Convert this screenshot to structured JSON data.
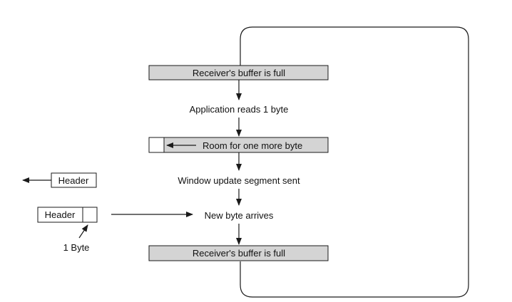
{
  "diagram": {
    "boxes": {
      "buffer_full_top": "Receiver's buffer is full",
      "room_one_byte": "Room for one more byte",
      "buffer_full_bottom": "Receiver's buffer is full"
    },
    "steps": {
      "app_reads": "Application reads 1 byte",
      "window_update": "Window update segment sent",
      "new_byte": "New byte arrives"
    },
    "segments": {
      "outgoing_header": "Header",
      "incoming_header": "Header",
      "one_byte_label": "1 Byte"
    }
  }
}
